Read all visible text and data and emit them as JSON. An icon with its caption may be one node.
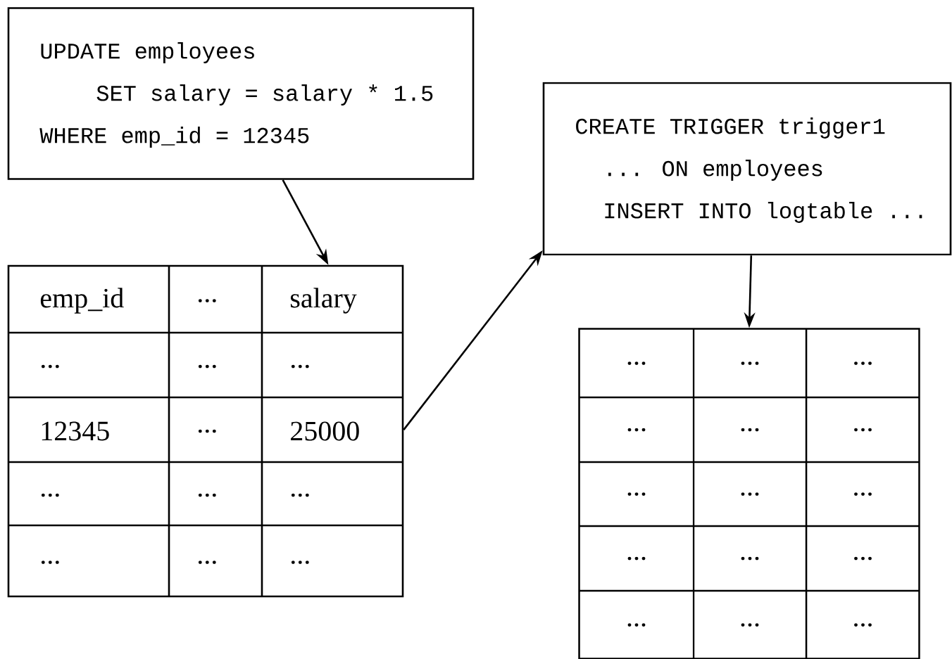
{
  "diagram": {
    "nodes": [
      {
        "text": [
          "UPDATE employees",
          "SET salary = salary * 1.5",
          "WHERE emp_id = 12345"
        ]
      },
      {
        "text": [
          "emp_id",
          "...",
          "salary",
          "...",
          "...",
          "...",
          "12345",
          "...",
          "25000",
          "...",
          "...",
          "...",
          "...",
          "...",
          "..."
        ]
      },
      {
        "text": [
          "CREATE TRIGGER trigger1",
          "... ON employees",
          "INSERT INTO logtable ..."
        ]
      },
      {
        "text": [
          "...",
          "...",
          "...",
          "...",
          "...",
          "...",
          "...",
          "...",
          "...",
          "...",
          "...",
          "...",
          "...",
          "...",
          "..."
        ]
      }
    ],
    "edges": [
      {
        "from": 0,
        "to": 1,
        "arrow": "to"
      },
      {
        "from": 1,
        "to": 2,
        "arrow": "to"
      },
      {
        "from": 2,
        "to": 3,
        "arrow": "to"
      }
    ]
  }
}
